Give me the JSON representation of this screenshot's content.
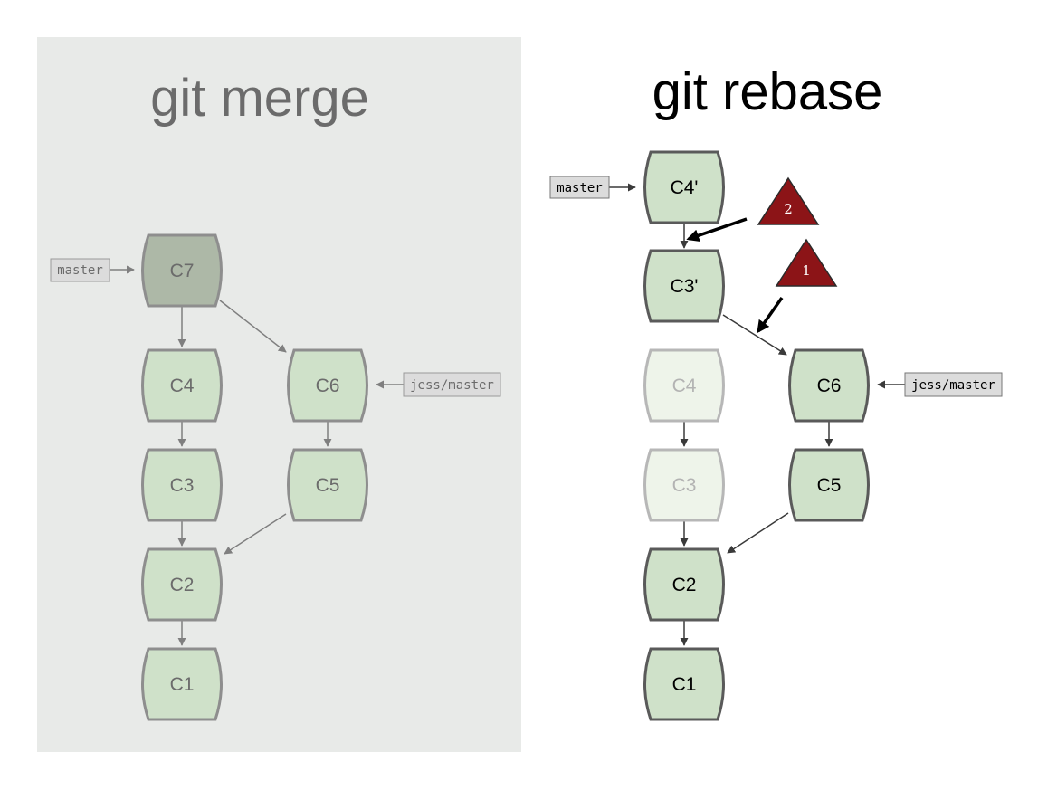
{
  "merge": {
    "title": "git merge",
    "commits": {
      "c1": "C1",
      "c2": "C2",
      "c3": "C3",
      "c4": "C4",
      "c5": "C5",
      "c6": "C6",
      "c7": "C7"
    },
    "branches": {
      "master": "master",
      "jess": "jess/master"
    }
  },
  "rebase": {
    "title": "git rebase",
    "commits": {
      "c1": "C1",
      "c2": "C2",
      "c3_old": "C3",
      "c4_old": "C4",
      "c5": "C5",
      "c6": "C6",
      "c3_new": "C3'",
      "c4_new": "C4'"
    },
    "branches": {
      "master": "master",
      "jess": "jess/master"
    },
    "markers": {
      "first": "1",
      "second": "2"
    }
  },
  "colors": {
    "merge_panel": "#e8eae8",
    "commit_fill": "#cfe1c9",
    "merge_head_fill": "#adb8a7",
    "faded_fill": "#eef4ea",
    "marker_fill": "#8c1417"
  }
}
